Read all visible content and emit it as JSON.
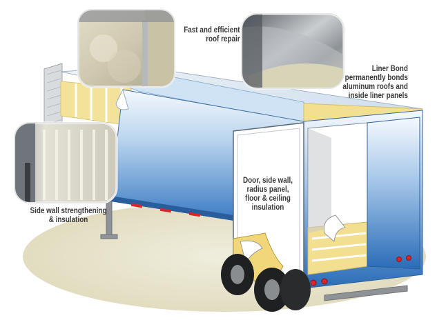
{
  "callouts": {
    "roof_repair": {
      "lines": [
        "Fast and efficient",
        "roof repair"
      ]
    },
    "liner_bond": {
      "lines": [
        "Liner Bond",
        "permanently bonds",
        "aluminum roofs and",
        "inside liner panels"
      ]
    },
    "door_side": {
      "lines": [
        "Door, side wall,",
        "radius panel,",
        "floor & ceiling",
        "insulation"
      ]
    },
    "side_wall": {
      "lines": [
        "Side wall strengthening",
        "& insulation"
      ]
    }
  },
  "colors": {
    "trailer_blue_light": "#e8f1fa",
    "trailer_blue_dark": "#2f73c0",
    "insulation_yellow": "#f3e39a",
    "ground_shadow": "#e9e5cc",
    "tail_light_red": "#d8262c",
    "text": "#3a3a3a"
  }
}
